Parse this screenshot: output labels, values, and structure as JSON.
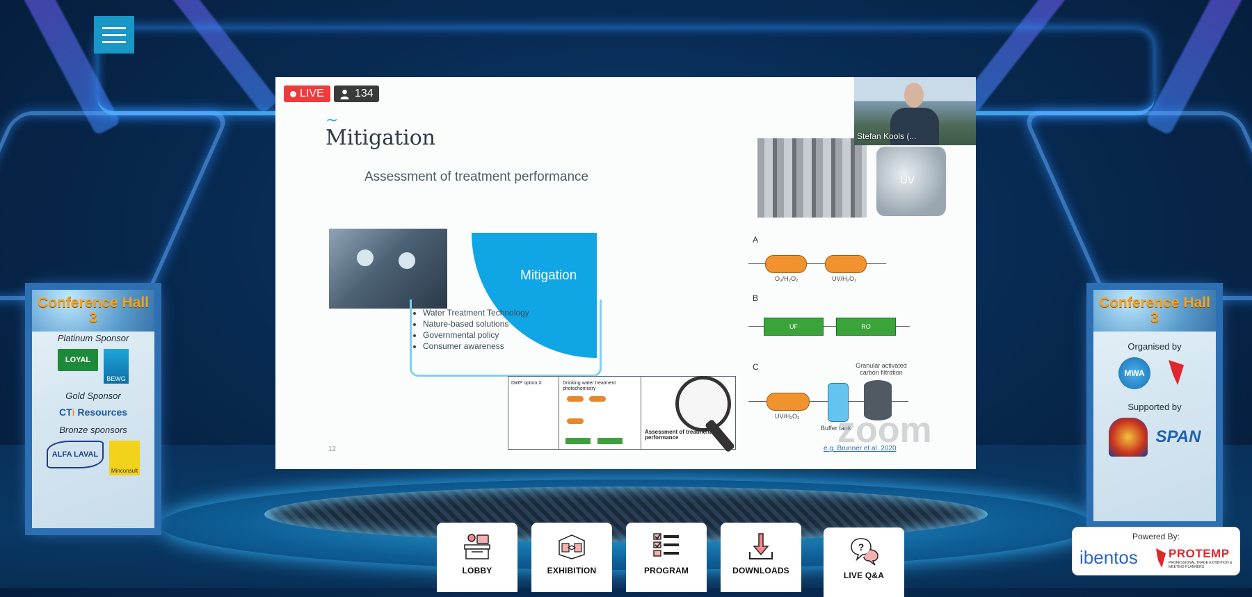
{
  "menu": {
    "label": "Menu"
  },
  "video": {
    "live_label": "LIVE",
    "viewer_count": "134",
    "speaker_name": "Stefan Kools (...",
    "slide": {
      "wave": "~",
      "title": "Mitigation",
      "subtitle": "Assessment of treatment performance",
      "center_label": "Mitigation",
      "bullets": [
        "Water Treatment Technology",
        "Nature-based solutions",
        "Governmental policy",
        "Consumer awareness"
      ],
      "page_number": "12",
      "uv_label": "UV",
      "process_a": {
        "label": "A",
        "units": [
          "O₃/H₂O₂",
          "UV/H₂O₂"
        ]
      },
      "process_b": {
        "label": "B",
        "units": [
          "UF",
          "RO"
        ]
      },
      "process_c": {
        "label": "C",
        "granular_label": "Granular activated carbon filtration",
        "units": [
          "UV/H₂O₂",
          "Buffer tank"
        ]
      },
      "flow_texts": {
        "left": "DWP option X",
        "middle": "Drinking water treatment photochemistry",
        "assessment": "Assessment of treatment performance"
      },
      "citation": "e.g. Brunner et al. 2020"
    },
    "watermark": "zoom"
  },
  "left_banner": {
    "title": "Conference Hall 3",
    "platinum": "Platinum Sponsor",
    "gold": "Gold Sponsor",
    "bronze": "Bronze sponsors",
    "logos": {
      "loyal": "LOYAL",
      "bewg": "BEWG",
      "cti_a": "CT",
      "cti_b": "i",
      "cti_c": " Resources",
      "alfa": "ALFA LAVAL",
      "minco": "Minconsult"
    }
  },
  "right_banner": {
    "title": "Conference Hall 3",
    "organised": "Organised by",
    "supported": "Supported by",
    "logos": {
      "mwa": "MWA",
      "span": "SPAN"
    }
  },
  "nav": [
    {
      "id": "lobby",
      "label": "LOBBY",
      "icon": "lobby-desk-icon"
    },
    {
      "id": "exhibition",
      "label": "EXHIBITION",
      "icon": "exhibition-booth-icon"
    },
    {
      "id": "program",
      "label": "PROGRAM",
      "icon": "checklist-icon"
    },
    {
      "id": "downloads",
      "label": "DOWNLOADS",
      "icon": "download-icon"
    },
    {
      "id": "liveqa",
      "label": "LIVE Q&A",
      "icon": "chat-question-icon"
    }
  ],
  "powered": {
    "title": "Powered By:",
    "ibentos": "ibentos",
    "protemp": "PROTEMP",
    "protemp_tag": "PROFESSIONAL TRADE EXHIBITION & MEETING PLANNERS"
  },
  "colors": {
    "accent": "#1997c6",
    "live": "#ef3b3b",
    "banner_title": "#f6a21e",
    "slide_blue": "#10a6e6"
  }
}
